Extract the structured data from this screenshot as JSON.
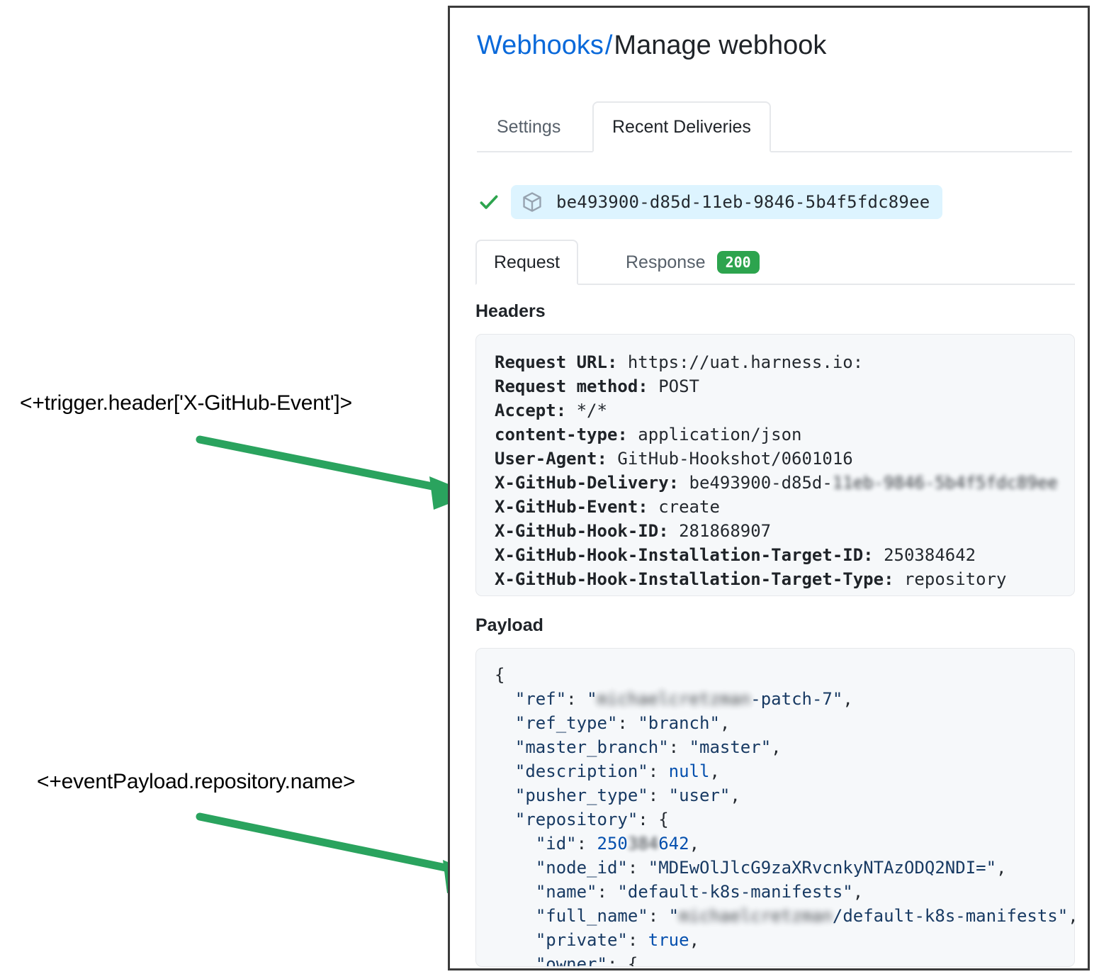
{
  "panel": {
    "breadcrumb": {
      "link": "Webhooks",
      "separator": "/",
      "current": "Manage webhook"
    },
    "outer_tabs": [
      {
        "label": "Settings",
        "active": false
      },
      {
        "label": "Recent Deliveries",
        "active": true
      }
    ],
    "delivery": {
      "status_icon": "check-icon",
      "package_icon": "cube-icon",
      "id": "be493900-d85d-11eb-9846-5b4f5fdc89ee"
    },
    "inner_tabs": [
      {
        "label": "Request",
        "active": true
      },
      {
        "label": "Response",
        "active": false,
        "badge": "200"
      }
    ],
    "headers_section": {
      "title": "Headers",
      "rows": [
        {
          "key": "Request URL:",
          "value": "https://uat.harness.io:"
        },
        {
          "key": "Request method:",
          "value": "POST"
        },
        {
          "key": "Accept:",
          "value": "*/*"
        },
        {
          "key": "content-type:",
          "value": "application/json"
        },
        {
          "key": "User-Agent:",
          "value": "GitHub-Hookshot/0601016"
        },
        {
          "key": "X-GitHub-Delivery:",
          "value": "be493900-d85d-",
          "redacted_value": "11eb-9846-5b4f5fdc89ee"
        },
        {
          "key": "X-GitHub-Event:",
          "value": "create"
        },
        {
          "key": "X-GitHub-Hook-ID:",
          "value": "281868907"
        },
        {
          "key": "X-GitHub-Hook-Installation-Target-ID:",
          "value": "250384642"
        },
        {
          "key": "X-GitHub-Hook-Installation-Target-Type:",
          "value": "repository"
        }
      ]
    },
    "payload_section": {
      "title": "Payload",
      "lines": [
        "{",
        "  \"ref\": \"michaelcretzman-patch-7\",",
        "  \"ref_type\": \"branch\",",
        "  \"master_branch\": \"master\",",
        "  \"description\": null,",
        "  \"pusher_type\": \"user\",",
        "  \"repository\": {",
        "    \"id\": 250384642,",
        "    \"node_id\": \"MDEwOlJlcG9zaXRvcnkyNTAzODQ2NDI=\",",
        "    \"name\": \"default-k8s-manifests\",",
        "    \"full_name\": \"michaelcretzman/default-k8s-manifests\",",
        "    \"private\": true,",
        "    \"owner\": {"
      ],
      "redacted_fragments": {
        "ref_prefix": "michaelcretzman",
        "id_middle": "384",
        "full_name_owner": "michaelcretzman"
      }
    }
  },
  "annotations": [
    {
      "text": "<+trigger.header['X-GitHub-Event']>",
      "points_to": "X-GitHub-Event header",
      "color": "#2aa35e"
    },
    {
      "text": "<+eventPayload.repository.name>",
      "points_to": "repository name field",
      "color": "#2aa35e"
    }
  ]
}
